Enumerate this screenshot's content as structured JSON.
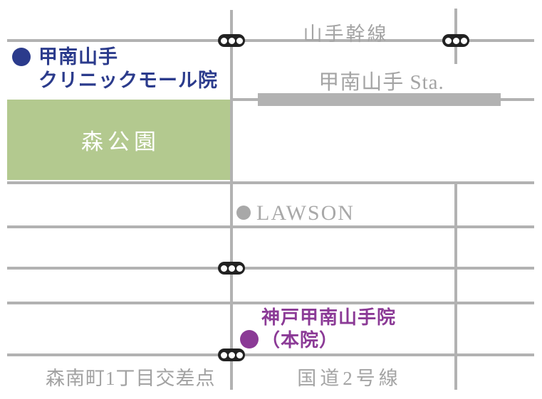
{
  "map": {
    "description": "access route map",
    "colors": {
      "background": "#ffffff",
      "road": "#b2b2b2",
      "road_label": "#a4a4a4",
      "signal_body": "#222222",
      "signal_light": "#ffffff",
      "park_fill": "#b3c98f",
      "park_text": "#ffffff",
      "clinic_mall_accent": "#2b3b8c",
      "clinic_main_accent": "#8b3a96",
      "lawson_gray": "#a8a8a8"
    },
    "roads": {
      "yamate_kansen_label": "山手幹線",
      "route2_label": "国道2号線",
      "intersection_label": "森南町1丁目交差点"
    },
    "station": {
      "label": "甲南山手 Sta."
    },
    "park": {
      "label": "森公園"
    },
    "pois": {
      "clinic_mall": {
        "line1": "甲南山手",
        "line2": "クリニックモール院"
      },
      "clinic_main": {
        "line1": "神戸甲南山手院",
        "line2": "（本院）"
      },
      "lawson": {
        "label": "LAWSON"
      }
    }
  }
}
